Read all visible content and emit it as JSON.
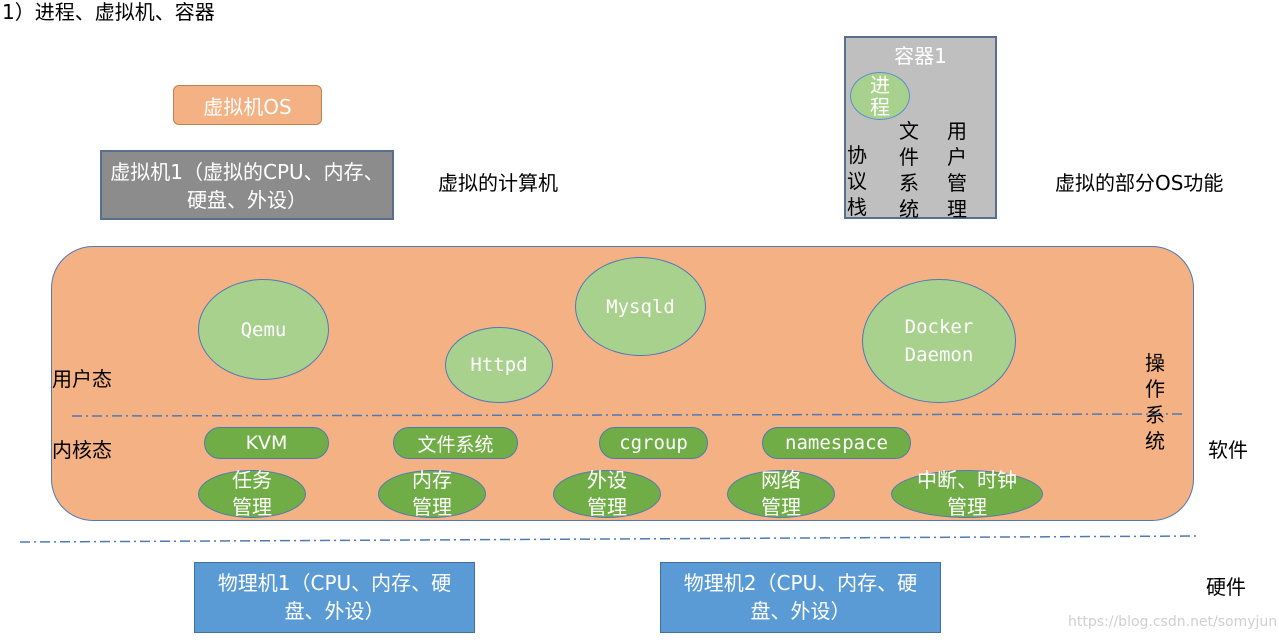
{
  "title": "1）进程、虚拟机、容器",
  "vm_os_label": "虚拟机OS",
  "vm1": {
    "line1": "虚拟机1（虚拟的CPU、内存、",
    "line2": "硬盘、外设）"
  },
  "vm_caption": "虚拟的计算机",
  "container": {
    "title": "容器1",
    "process_label_line1": "进",
    "process_label_line2": "程",
    "protocol_stack": [
      "协",
      "议",
      "栈"
    ],
    "file_system": [
      "文",
      "件",
      "系",
      "统"
    ],
    "user_mgmt": [
      "用",
      "户",
      "管",
      "理"
    ]
  },
  "container_caption": "虚拟的部分OS功能",
  "os": {
    "user_mode_label": "用户态",
    "kernel_mode_label": "内核态",
    "os_label": [
      "操",
      "作",
      "系",
      "统"
    ],
    "user_processes": {
      "qemu": "Qemu",
      "httpd": "Httpd",
      "mysqld": "Mysqld",
      "docker_line1": "Docker",
      "docker_line2": "Daemon"
    },
    "kernel_features": {
      "kvm": "KVM",
      "fs": "文件系统",
      "cgroup": "cgroup",
      "namespace": "namespace"
    },
    "kernel_subsystems": [
      {
        "line1": "任务",
        "line2": "管理"
      },
      {
        "line1": "内存",
        "line2": "管理"
      },
      {
        "line1": "外设",
        "line2": "管理"
      },
      {
        "line1": "网络",
        "line2": "管理"
      },
      {
        "line1": "中断、时钟",
        "line2": "管理"
      }
    ]
  },
  "software_label": "软件",
  "hardware_label": "硬件",
  "pm1": {
    "line1": "物理机1（CPU、内存、硬",
    "line2": "盘、外设）"
  },
  "pm2": {
    "line1": "物理机2（CPU、内存、硬",
    "line2": "盘、外设）"
  },
  "watermark": "https://blog.csdn.net/somyjun",
  "colors": {
    "orange": "#f4b183",
    "light_green": "#a9d18e",
    "dark_green": "#70ad47",
    "blue": "#5b9bd5",
    "gray": "#8c8c8c",
    "light_gray": "#bfbfbf"
  }
}
